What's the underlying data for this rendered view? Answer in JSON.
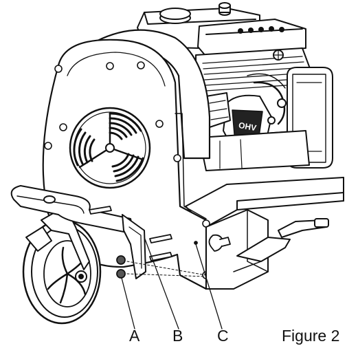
{
  "figure": {
    "caption": "Figure 2",
    "callouts": {
      "a": "A",
      "b": "B",
      "c": "C"
    },
    "engine_badge": "OHV"
  },
  "colors": {
    "ink": "#111111",
    "paper": "#ffffff",
    "tank_fill": "#d9d9d9",
    "tire_fill": "#cfcfcf"
  }
}
